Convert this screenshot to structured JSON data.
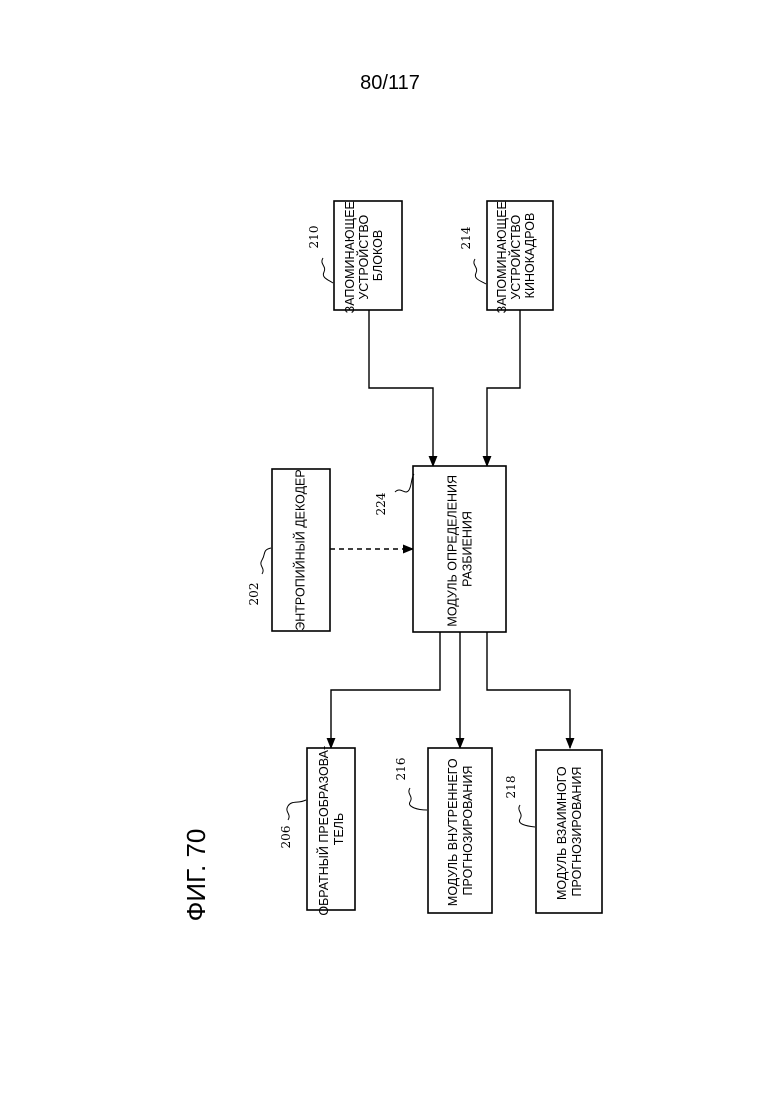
{
  "page_number": "80/117",
  "figure_label": "ФИГ. 70",
  "blocks": {
    "block_memory": {
      "ref": "210",
      "lines": [
        "ЗАПОМИНАЮЩЕЕ",
        "УСТРОЙСТВО",
        "БЛОКОВ"
      ]
    },
    "frame_memory": {
      "ref": "214",
      "lines": [
        "ЗАПОМИНАЮЩЕЕ",
        "УСТРОЙСТВО",
        "КИНОКАДРОВ"
      ]
    },
    "entropy_decoder": {
      "ref": "202",
      "lines": [
        "ЭНТРОПИЙНЫЙ ДЕКОДЕР"
      ]
    },
    "partition_module": {
      "ref": "224",
      "lines": [
        "МОДУЛЬ ОПРЕДЕЛЕНИЯ",
        "РАЗБИЕНИЯ"
      ]
    },
    "inverse_transform": {
      "ref": "206",
      "lines": [
        "ОБРАТНЫЙ ПРЕОБРАЗОВА-",
        "ТЕЛЬ"
      ]
    },
    "intra_prediction": {
      "ref": "216",
      "lines": [
        "МОДУЛЬ ВНУТРЕННЕГО",
        "ПРОГНОЗИРОВАНИЯ"
      ]
    },
    "inter_prediction": {
      "ref": "218",
      "lines": [
        "МОДУЛЬ ВЗАИМНОГО",
        "ПРОГНОЗИРОВАНИЯ"
      ]
    }
  }
}
